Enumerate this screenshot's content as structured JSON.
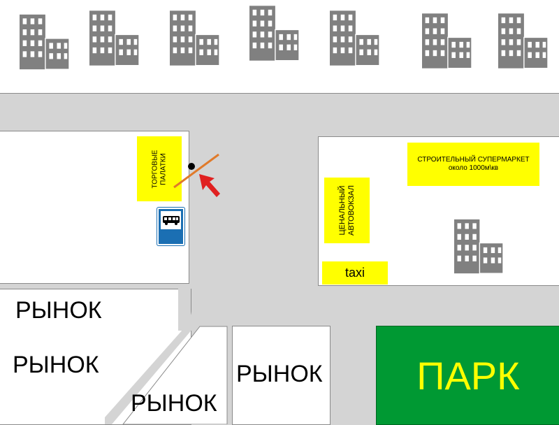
{
  "labels": {
    "stalls": [
      "ТОРГОВЫЕ",
      "ПАЛАТКИ"
    ],
    "bus_station": [
      "ЦЕНАЛЬНЫЙ",
      "АВТОВОКЗАЛ"
    ],
    "supermarket": [
      "СТРОИТЕЛЬНЫЙ СУПЕРМАРКЕТ",
      "около 1000м\\кв"
    ],
    "taxi": "taxi",
    "market_1": "РЫНОК",
    "market_2": "РЫНОК",
    "market_3": "РЫНОК",
    "market_4": "РЫНОК",
    "park": "ПАРК"
  },
  "icons": {
    "buildings": "office-building-icon",
    "bus_stop": "bus-stop-sign-icon",
    "location": "location-marker-icon",
    "arrow": "pointer-arrow-icon"
  },
  "colors": {
    "road": "#d4d4d4",
    "building": "#808080",
    "label_bg": "#ffff00",
    "park": "#009933",
    "park_text": "#ffff00",
    "arrow": "#e02020",
    "marker_line": "#e07a2a",
    "bus_sign": "#1b6fb3"
  }
}
